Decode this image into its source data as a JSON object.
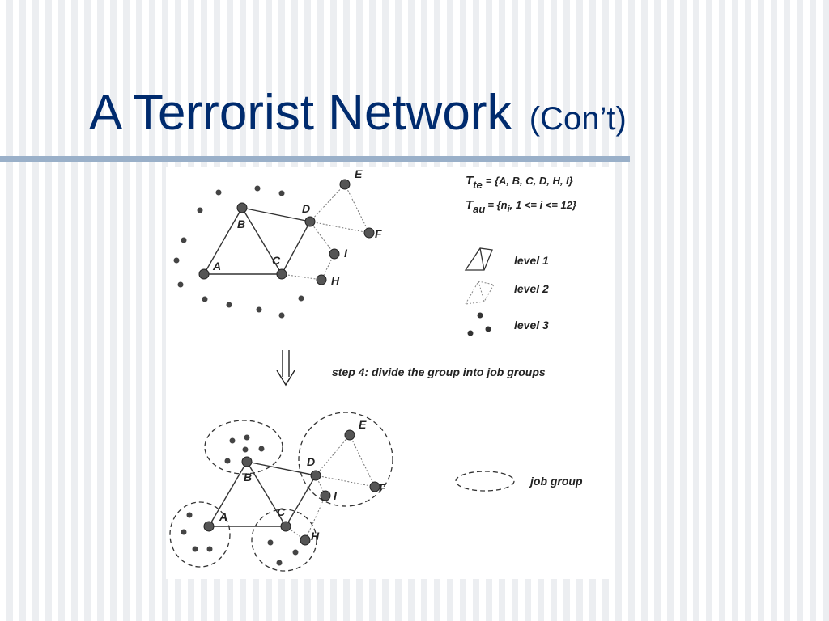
{
  "slide": {
    "title_main": "A Terrorist Network",
    "title_suffix": "(Con’t)"
  },
  "diagram": {
    "nodes": [
      "A",
      "B",
      "C",
      "D",
      "E",
      "F",
      "H",
      "I"
    ],
    "formula_te_label": "T",
    "formula_te_sub": "te",
    "formula_te_set": "= {A, B, C, D, H, I}",
    "formula_au_label": "T",
    "formula_au_sub": "au",
    "formula_au_set": "= {n",
    "formula_au_set_sub": "i",
    "formula_au_set_rest": ", 1 <= i <= 12}",
    "legend": {
      "level1": "level 1",
      "level2": "level 2",
      "level3": "level 3",
      "job_group": "job group"
    },
    "step_text": "step 4: divide the group into job groups"
  }
}
